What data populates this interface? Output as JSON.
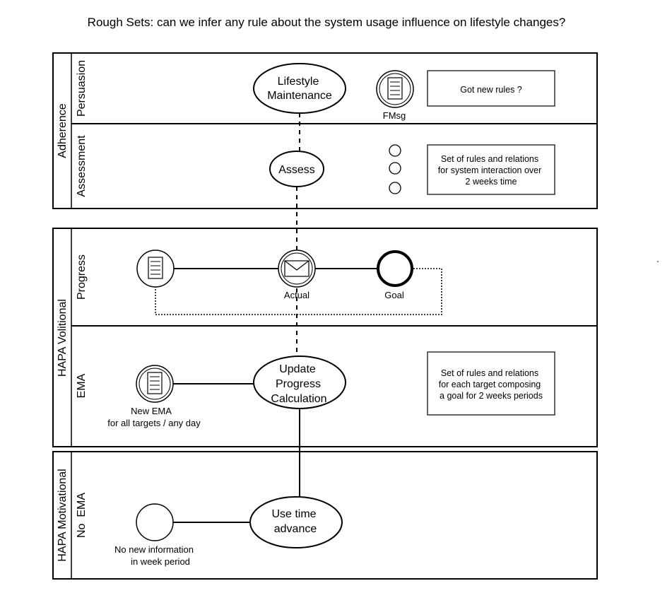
{
  "title": "Rough Sets: can we infer any rule about the system usage influence on lifestyle changes?",
  "pools": [
    {
      "label": "Adherence",
      "lanes": [
        {
          "label": "Persuasion"
        },
        {
          "label": "Assessment"
        }
      ]
    },
    {
      "label": "HAPA Volitional",
      "lanes": [
        {
          "label": "Progress"
        },
        {
          "label": "EMA"
        }
      ]
    },
    {
      "label": "HAPA Motivational",
      "lanes": [
        {
          "label": "No  EMA"
        }
      ]
    }
  ],
  "nodes": {
    "lifestyle": {
      "line1": "Lifestyle",
      "line2": "Maintenance"
    },
    "assess": {
      "label": "Assess"
    },
    "update": {
      "line1": "Update",
      "line2": "Progress",
      "line3": "Calculation"
    },
    "use_time": {
      "line1": "Use time",
      "line2": "advance"
    },
    "fmsg": {
      "label": "FMsg"
    },
    "actual": {
      "label": "Actual"
    },
    "goal": {
      "label": "Goal"
    },
    "new_ema": {
      "line1": "New EMA",
      "line2": "for all targets / any day"
    },
    "no_info": {
      "line1": "No new information",
      "line2": "in week period"
    }
  },
  "notes": {
    "got_rules": {
      "line1": "Got new rules ?"
    },
    "system_rules": {
      "line1": "Set of rules and relations",
      "line2": "for system interaction over",
      "line3": "2 weeks time"
    },
    "target_rules": {
      "line1": "Set of rules and relations",
      "line2": "for each target composing",
      "line3": "a goal for 2 weeks periods"
    }
  }
}
